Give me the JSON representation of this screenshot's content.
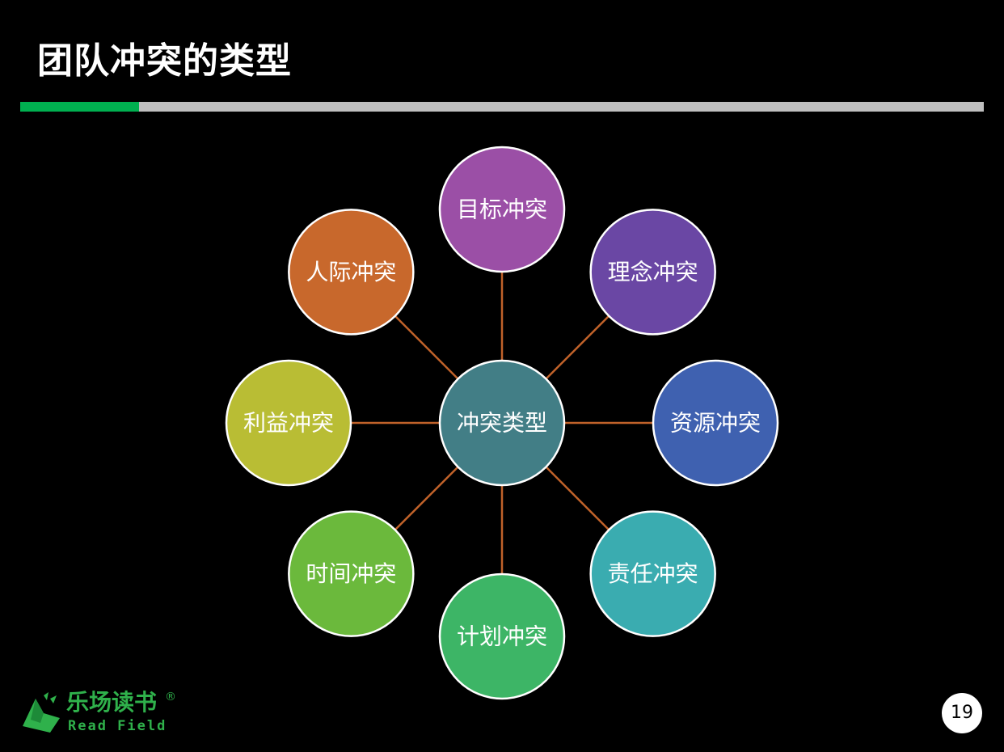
{
  "slide": {
    "title": "团队冲突的类型",
    "page_number": "19"
  },
  "colors": {
    "accent_green": "#00b050",
    "rule_gray": "#bfbfbf",
    "connector": "#c0622a",
    "node_border": "#ffffff"
  },
  "diagram": {
    "center": {
      "label": "冲突类型",
      "color": "#427e86"
    },
    "nodes": [
      {
        "id": "goal",
        "label": "目标冲突",
        "color": "#9b4fa6"
      },
      {
        "id": "concept",
        "label": "理念冲突",
        "color": "#6a47a4"
      },
      {
        "id": "resource",
        "label": "资源冲突",
        "color": "#3f61b0"
      },
      {
        "id": "responsibility",
        "label": "责任冲突",
        "color": "#3aacb0"
      },
      {
        "id": "plan",
        "label": "计划冲突",
        "color": "#3db566"
      },
      {
        "id": "time",
        "label": "时间冲突",
        "color": "#6bb93c"
      },
      {
        "id": "interest",
        "label": "利益冲突",
        "color": "#b9bd34"
      },
      {
        "id": "interpersonal",
        "label": "人际冲突",
        "color": "#c8682c"
      }
    ]
  },
  "logo": {
    "name_cn": "乐场读书",
    "registered": "®",
    "name_en": "Read Field",
    "icon": "book-leaf-logo-icon"
  }
}
